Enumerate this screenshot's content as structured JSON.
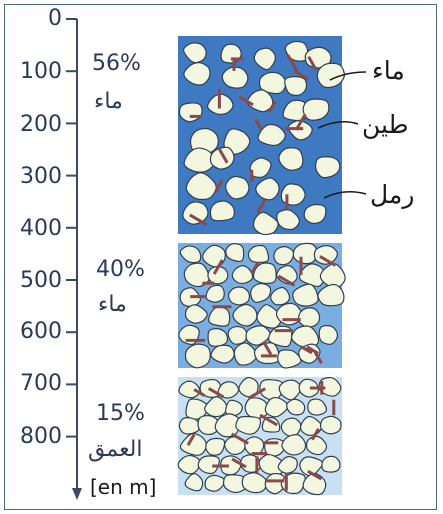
{
  "axis": {
    "ticks": [
      "0",
      "100",
      "200",
      "300",
      "400",
      "500",
      "600",
      "700",
      "800"
    ],
    "unit": "[en m]",
    "depth_word": "العمق"
  },
  "layers": [
    {
      "percent": "56%",
      "water_word": "ماء",
      "color": "#3f79c2"
    },
    {
      "percent": "40%",
      "water_word": "ماء",
      "color": "#7aaee0"
    },
    {
      "percent": "15%",
      "water_word": "",
      "color": "#c9e0f3"
    }
  ],
  "labels": {
    "water": "ماء",
    "clay": "طين",
    "sand": "رمل"
  },
  "colors": {
    "axis": "#3a4a6a",
    "grain_fill": "#f3f7e0",
    "grain_stroke": "#2f3f52",
    "clay": "#8a4a4a"
  }
}
